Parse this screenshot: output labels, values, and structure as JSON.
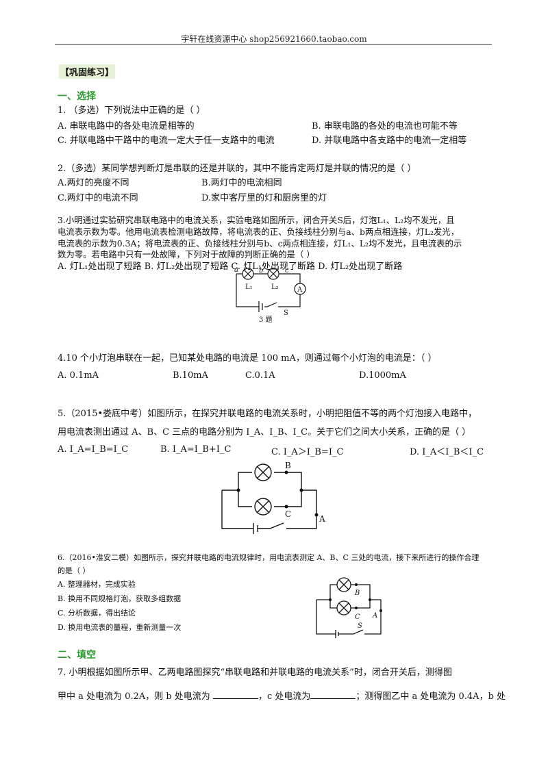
{
  "header": {
    "text": "宇轩在线资源中心   shop256921660.taobao.com"
  },
  "tag": "【巩固练习】",
  "section1": "一、选择",
  "q1": {
    "stem": "1. （多选）下列说法中正确的是（      ）",
    "a": "A. 串联电路中的各处电流是相等的",
    "b": "B. 串联电路的各处的电流也可能不等",
    "c": "C. 并联电路中干路中的电流一定大于任一支路中的电流",
    "d": "D. 并联电路中各支路中的电流一定相等"
  },
  "q2": {
    "stem": "2.（多选）某同学想判断灯是串联的还是并联的，其中不能肯定两灯是并联的情况的是（       ）",
    "a": "A.两灯的亮度不同",
    "b": "B.两灯中的电流相同",
    "c": "C.两灯中的电流不同",
    "d": "D.家中客厅里的灯和厨房里的灯"
  },
  "q3": {
    "l1": "3.小明通过实验研究串联电路中的电流关系，实验电路如图所示，闭合开关S后，灯泡L₁、L₂均不发光，且",
    "l2": "电流表示数为零。他用电流表检测电路故障，将电流表的正、负接线柱分别与a、b两点相连接，灯L₂发光，",
    "l3": "电流表的示数为0.3A；将电流表的正、负接线柱分别与b、c两点相连接，灯L₁、L₂均不发光，且电流表的示",
    "l4": "数为零。若电路中只有一处故障，下列对于故障的判断正确的是（      ）",
    "opts": "A. 灯L₁处出现了短路    B. 灯L₂处出现了短路    C. 灯L₁处出现了断路    D. 灯L₂处出现了断路",
    "fig": {
      "a": "a",
      "b": "b",
      "c": "c",
      "l1": "L₁",
      "l2": "L₂",
      "am": "A",
      "s": "S",
      "caption": "3 题"
    }
  },
  "q4": {
    "stem": "4.10 个小灯泡串联在一起，已知某处电路的电流是 100 mA，则通过每个小灯泡的电流是：（      ）",
    "a": "A. 0.1mA",
    "b": "B.10mA",
    "c": "C.0.1A",
    "d": "D.1000mA"
  },
  "q5": {
    "l1": "5.（2015•娄底中考）如图所示，在探究并联电路的电流关系时，小明把阻值不等的两个灯泡接入电路中，",
    "l2": "用电流表测出通过 A、B、C 三点的电路分别为 I_A、I_B、I_C。关于它们之间大小关系，正确的是（      ）",
    "a": "A. I_A=I_B=I_C",
    "b": "B. I_A=I_B+I_C",
    "c": "C. I_A＞I_B=I_C",
    "d": "D. I_A＜I_B＜I_C",
    "fig": {
      "b": "B",
      "c": "C",
      "a": "A"
    }
  },
  "q6": {
    "l1": "6.（2016•淮安二模）如图所示，探究并联电路的电流规律时，用电流表测定 A、B、C 三处的电流，接下来所进行的操作合理",
    "l2": "的是（   ）",
    "a": "A. 整理器材，完成实验",
    "b": "B. 换用不同规格灯泡，获取多组数据",
    "c": "C. 分析数据，得出结论",
    "d": "D. 换用电流表的量程，重新测量一次",
    "fig": {
      "b": "B",
      "c": "C",
      "a": "A",
      "s": "S"
    }
  },
  "section2": "二、填空",
  "q7": {
    "l1": "7. 小明根据如图所示甲、乙两电路图探究“串联电路和并联电路的电流关系”时，闭合开关后，测得图",
    "l2a": "甲中 a 处电流为 0.2A，则 b 处电流为 ",
    "l2b": "，c 处电流为",
    "l2c": "；测得图乙中 a 处电流为 0.4A，b 处"
  }
}
